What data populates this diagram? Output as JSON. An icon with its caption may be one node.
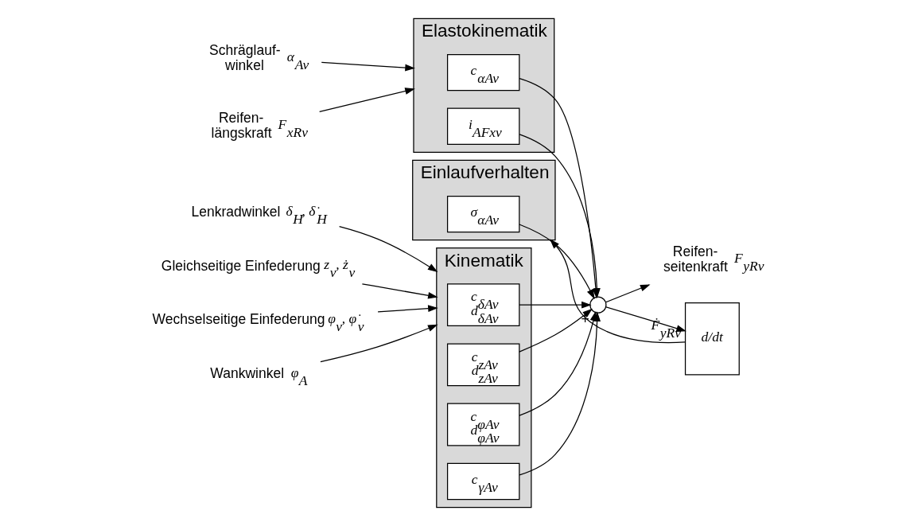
{
  "diagram": {
    "nodes": [
      {
        "text": [
          "Elastokinematik"
        ]
      },
      {
        "text": [
          "c$_{αAv}$"
        ],
        "in": 0
      },
      {
        "text": [
          "i$_{AFxv}$"
        ],
        "in": 0
      },
      {
        "text": [
          "Kinematik"
        ]
      },
      {
        "text": [
          "c$_{δAv}$",
          "d$_{δAv}$"
        ],
        "in": 3
      },
      {
        "text": [
          "c$_{zAv}$",
          "d$_{zAv}$"
        ],
        "in": 3
      },
      {
        "text": [
          "c$_{φAv}$",
          "d$_{φAv}$"
        ],
        "in": 3
      },
      {
        "text": [
          "c$_{γAv}$"
        ],
        "in": 3
      },
      {
        "text": [
          "Einlaufverhalten"
        ]
      },
      {
        "text": [
          "σ$_{αAv}$"
        ],
        "in": 8
      },
      {
        "text": [],
        "shape": "circle",
        "beside": [
          "+"
        ]
      },
      {
        "text": [
          "d/dt"
        ]
      },
      {
        "text": [
          "α$_{Av}$"
        ],
        "beside": [
          "Schräglauf- winkel"
        ]
      },
      {
        "text": [
          "F$_{xRv}$"
        ],
        "beside": [
          "Reifen- längskraft"
        ]
      },
      {
        "text": [
          "δ$_{H}$, δ̇$_{H}$"
        ],
        "beside": [
          "Lenkradwinkel"
        ]
      },
      {
        "text": [
          "z$_{v}$, ż$_{v}$"
        ],
        "beside": [
          "Gleichseitige Einfederung"
        ]
      },
      {
        "text": [
          "φ$_{v}$, φ̇$_{v}$"
        ],
        "beside": [
          "Wechselseitige Einfederung"
        ]
      },
      {
        "text": [
          "φ$_{A}$"
        ],
        "beside": [
          "Wankwinkel"
        ]
      },
      {
        "text": [
          "F$_{yRv}$"
        ],
        "beside": [
          "Reifen- seitenkraft"
        ]
      }
    ],
    "edges": [
      {
        "from": 12,
        "to": 0,
        "arrow": "to"
      },
      {
        "from": 13,
        "to": 0,
        "arrow": "to"
      },
      {
        "from": 14,
        "to": 3,
        "arrow": "to"
      },
      {
        "from": 15,
        "to": 3,
        "arrow": "to"
      },
      {
        "from": 16,
        "to": 3,
        "arrow": "to"
      },
      {
        "from": 17,
        "to": 3,
        "arrow": "to"
      },
      {
        "from": 1,
        "to": 10,
        "arrow": "to"
      },
      {
        "from": 2,
        "to": 10,
        "arrow": "to"
      },
      {
        "from": 4,
        "to": 10,
        "arrow": "to"
      },
      {
        "from": 5,
        "to": 10,
        "arrow": "to"
      },
      {
        "from": 6,
        "to": 10,
        "arrow": "to"
      },
      {
        "from": 7,
        "to": 10,
        "arrow": "to"
      },
      {
        "from": 9,
        "to": 10,
        "arrow": "to"
      },
      {
        "from": 10,
        "to": 18,
        "arrow": "to"
      },
      {
        "from": 10,
        "to": 11,
        "arrow": "to"
      },
      {
        "from": 11,
        "to": 8,
        "arrow": "to",
        "label": "Ḟ$_{yRv}$"
      }
    ]
  }
}
